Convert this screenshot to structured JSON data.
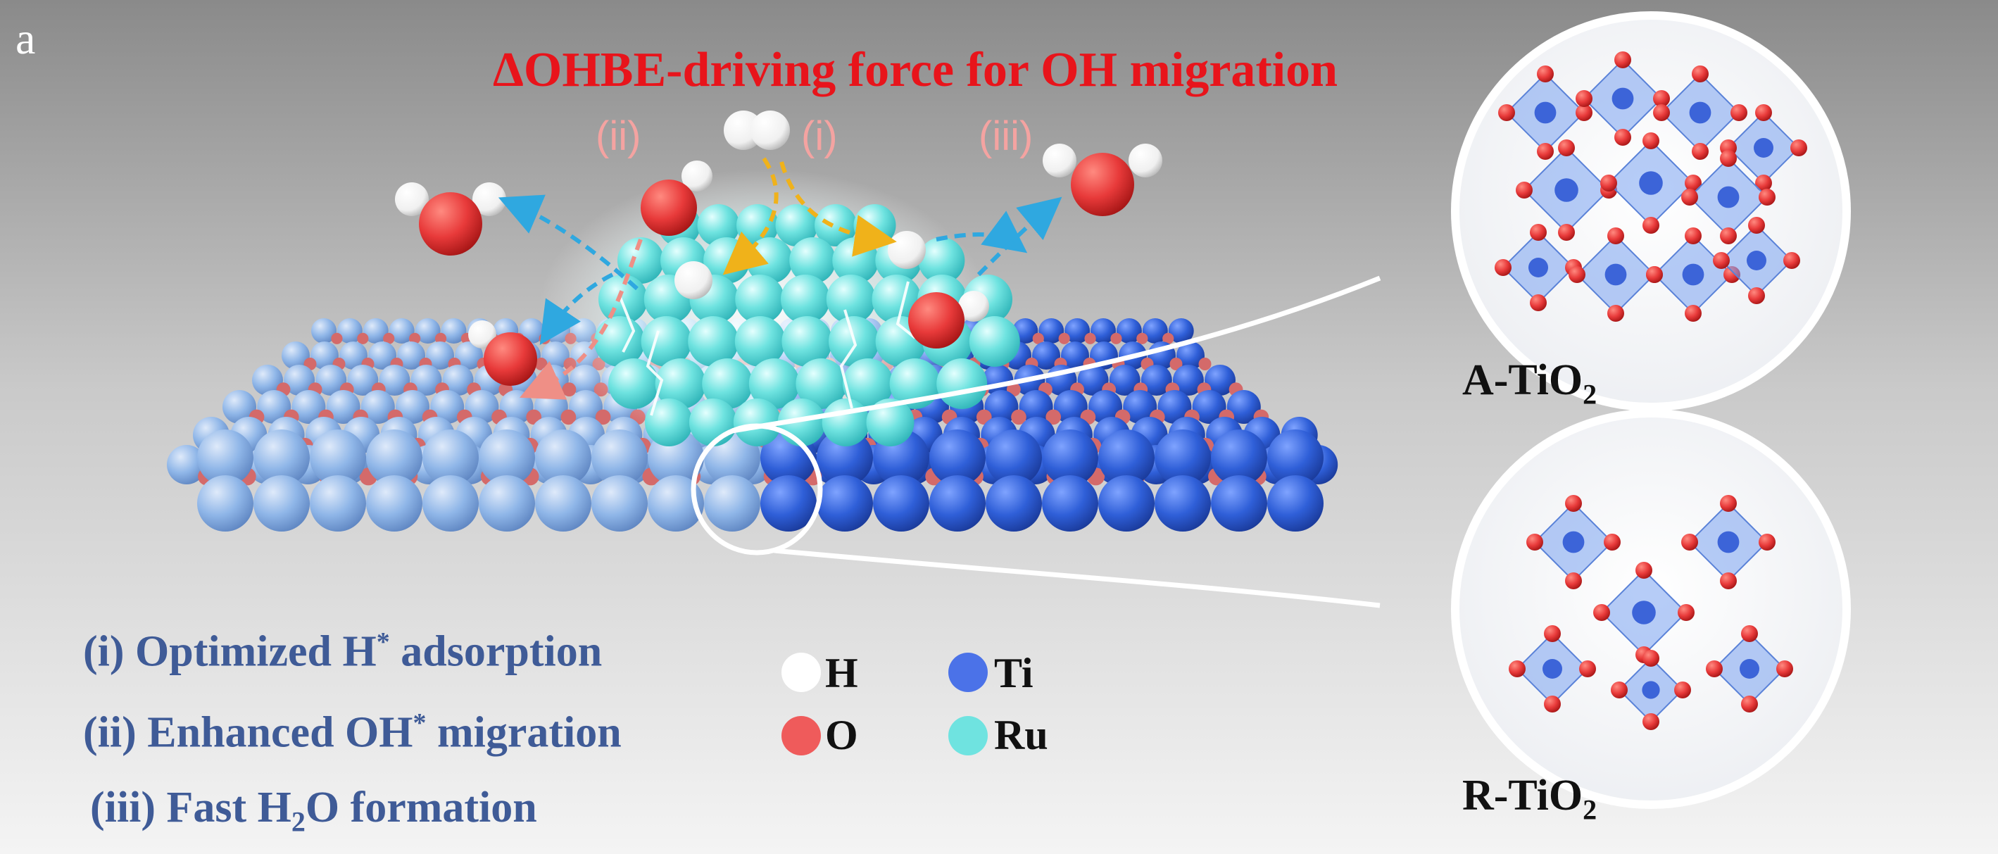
{
  "panel_label": "a",
  "title": "ΔOHBE-driving force for OH migration",
  "steps": {
    "i": "(i)",
    "ii": "(ii)",
    "iii": "(iii)"
  },
  "features": {
    "f1_before": "(i) Optimized H",
    "f1_sup": "*",
    "f1_after": " adsorption",
    "f2_before": "(ii) Enhanced OH",
    "f2_sup": "*",
    "f2_after": " migration",
    "f3_before": "(iii) Fast H",
    "f3_sub": "2",
    "f3_after": "O formation"
  },
  "legend": {
    "h": "H",
    "ti": "Ti",
    "o": "O",
    "ru": "Ru"
  },
  "phases": {
    "a_main": "A-TiO",
    "a_sub": "2",
    "r_main": "R-TiO",
    "r_sub": "2"
  },
  "colors": {
    "title": "#e8141b",
    "step_labels": "#f4a3a1",
    "features": "#3f5b97",
    "hydrogen": "#ffffff",
    "oxygen": "#e83a3a",
    "titanium_anatase": "#8fb6e8",
    "titanium_rutile": "#2f5fd8",
    "ruthenium": "#6fe3e0",
    "arrow_blue": "#2fa8e0",
    "arrow_orange": "#f0b21a",
    "arrow_pink": "#ef8f86"
  }
}
